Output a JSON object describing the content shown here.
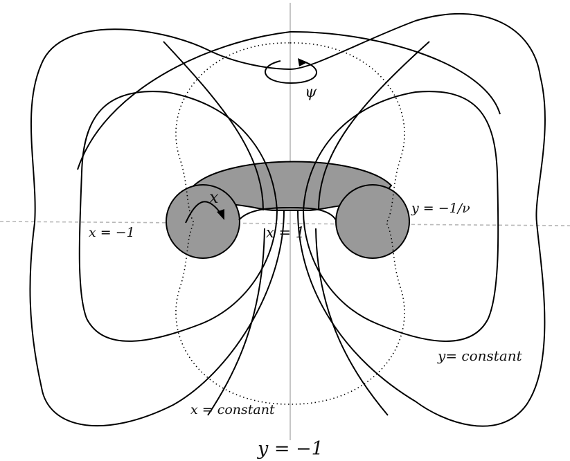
{
  "diagram": {
    "labels": {
      "psi": "ψ",
      "x_arrow": "x",
      "x_minus_one": "x = −1",
      "x_one": "x = 1",
      "y_minus_one_over_nu": "y = −1/ν",
      "y_constant": "y= constant",
      "x_constant": "x = constant",
      "y_minus_one": "y = −1"
    },
    "colors": {
      "ring_fill": "#999999",
      "ring_stroke": "#000000",
      "curve": "#000000",
      "axis": "#b8b8b8",
      "background": "#ffffff"
    }
  }
}
